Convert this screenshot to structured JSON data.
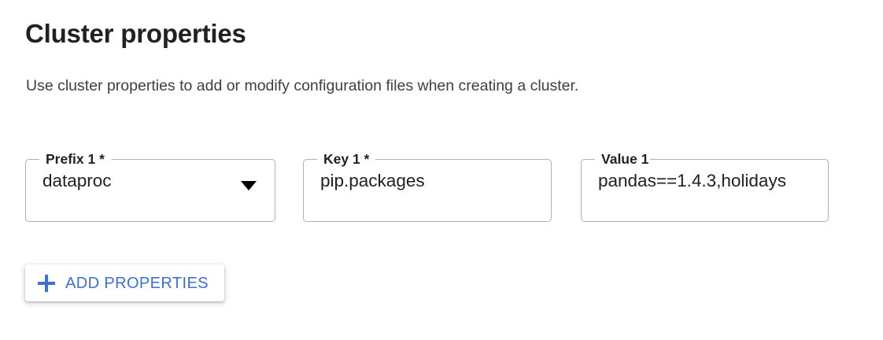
{
  "header": {
    "title": "Cluster properties",
    "description": "Use cluster properties to add or modify configuration files when creating a cluster."
  },
  "form": {
    "fields": [
      {
        "name": "prefix",
        "label": "Prefix 1 *",
        "value": "dataproc",
        "control": "select",
        "icon": "triangle-down-icon",
        "required": true
      },
      {
        "name": "key",
        "label": "Key 1 *",
        "value": "pip.packages",
        "control": "text",
        "required": true
      },
      {
        "name": "value",
        "label": "Value 1",
        "value": "pandas==1.4.3,holidays",
        "control": "text",
        "required": false
      }
    ]
  },
  "actions": {
    "add_properties_label": "ADD PROPERTIES",
    "add_properties_icon": "plus-icon"
  },
  "colors": {
    "accent_blue": "#3c6fd8",
    "text_primary": "#202124",
    "text_secondary": "#3c4043",
    "field_border": "#adb2b7",
    "background": "#ffffff"
  }
}
